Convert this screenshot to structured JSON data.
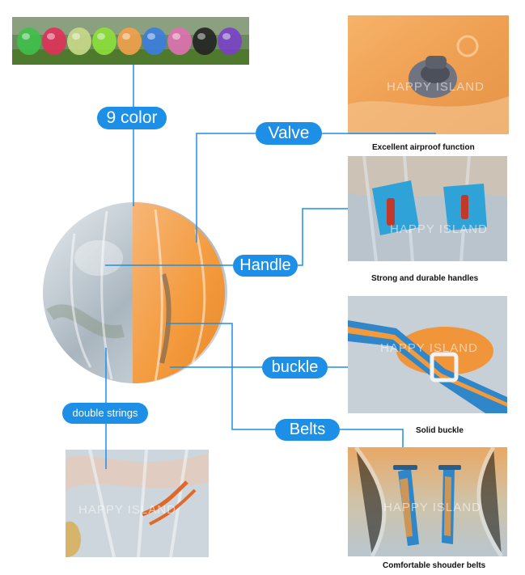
{
  "labels": {
    "nine_color": "9 color",
    "valve": "Valve",
    "handle": "Handle",
    "buckle": "buckle",
    "belts": "Belts",
    "double_strings": "double strings"
  },
  "captions": {
    "valve": "Excellent airproof function",
    "handles": "Strong and durable handles",
    "buckle": "Solid buckle",
    "belts": "Comfortable shouder belts"
  },
  "watermark": "HAPPY ISLAND",
  "colors": {
    "label_blue": "#1e8fe6",
    "leader_line": "#1e8fe6",
    "ball_orange": "#f39a3c",
    "ball_clear": "#cfd8e0",
    "grass": "#4f7a2e"
  },
  "ball_colors": [
    "#3fbf4a",
    "#e0305a",
    "#c9d98a",
    "#8de03a",
    "#f3a04a",
    "#3a7de0",
    "#e070b0",
    "#222222",
    "#7a40c8"
  ]
}
